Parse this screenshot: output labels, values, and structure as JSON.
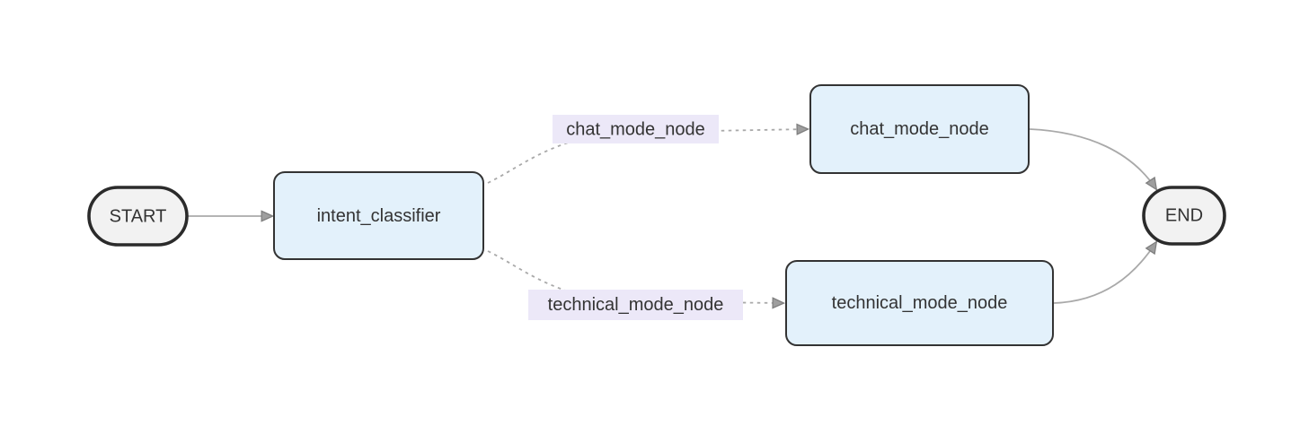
{
  "diagram": {
    "type": "flowchart",
    "direction": "left-to-right",
    "nodes": [
      {
        "id": "START",
        "label": "START",
        "shape": "stadium"
      },
      {
        "id": "intent_classifier",
        "label": "intent_classifier",
        "shape": "rounded-rectangle"
      },
      {
        "id": "chat_mode_node",
        "label": "chat_mode_node",
        "shape": "rounded-rectangle"
      },
      {
        "id": "technical_mode_node",
        "label": "technical_mode_node",
        "shape": "rounded-rectangle"
      },
      {
        "id": "END",
        "label": "END",
        "shape": "stadium"
      }
    ],
    "edges": [
      {
        "from": "START",
        "to": "intent_classifier",
        "style": "solid",
        "label": ""
      },
      {
        "from": "intent_classifier",
        "to": "chat_mode_node",
        "style": "dashed",
        "label": "chat_mode_node"
      },
      {
        "from": "intent_classifier",
        "to": "technical_mode_node",
        "style": "dashed",
        "label": "technical_mode_node"
      },
      {
        "from": "chat_mode_node",
        "to": "END",
        "style": "solid",
        "label": ""
      },
      {
        "from": "technical_mode_node",
        "to": "END",
        "style": "solid",
        "label": ""
      }
    ],
    "colors": {
      "background": "#ffffff",
      "node_fill": "#e3f1fb",
      "node_border": "#333333",
      "terminal_fill": "#f2f2f2",
      "terminal_border": "#2b2b2b",
      "edge": "#a9a9a9",
      "arrowhead": "#9e9e9e",
      "arrowhead_outline": "#7f7f7f",
      "edge_label_bg": "#ece8f8",
      "text": "#333333"
    }
  }
}
